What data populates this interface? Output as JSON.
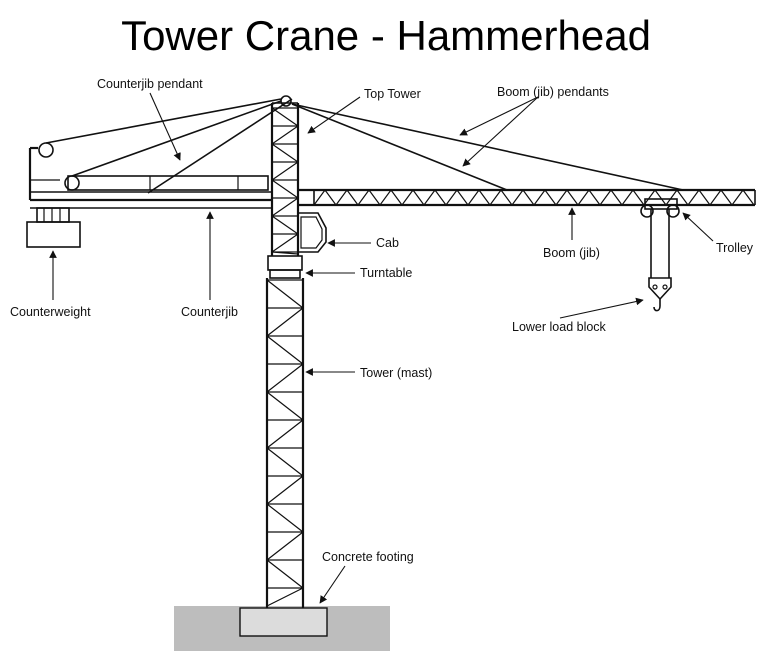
{
  "title": "Tower Crane - Hammerhead",
  "labels": {
    "counterjib_pendant": "Counterjib pendant",
    "top_tower": "Top Tower",
    "boom_pendants": "Boom (jib) pendants",
    "cab": "Cab",
    "turntable": "Turntable",
    "boom": "Boom (jib)",
    "trolley": "Trolley",
    "counterweight": "Counterweight",
    "counterjib": "Counterjib",
    "lower_load_block": "Lower load block",
    "tower_mast": "Tower (mast)",
    "concrete_footing": "Concrete footing"
  }
}
